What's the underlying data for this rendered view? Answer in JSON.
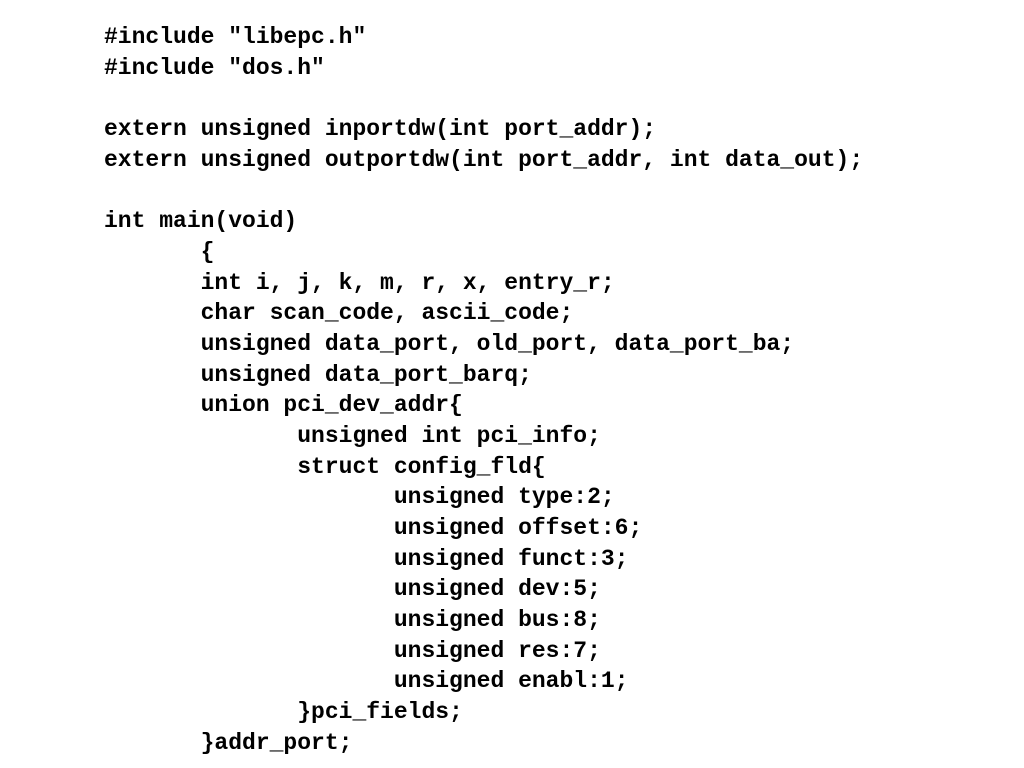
{
  "code": {
    "lines": [
      "#include \"libepc.h\"",
      "#include \"dos.h\"",
      "",
      "extern unsigned inportdw(int port_addr);",
      "extern unsigned outportdw(int port_addr, int data_out);",
      "",
      "int main(void)",
      "       {",
      "       int i, j, k, m, r, x, entry_r;",
      "       char scan_code, ascii_code;",
      "       unsigned data_port, old_port, data_port_ba;",
      "       unsigned data_port_barq;",
      "       union pci_dev_addr{",
      "              unsigned int pci_info;",
      "              struct config_fld{",
      "                     unsigned type:2;",
      "                     unsigned offset:6;",
      "                     unsigned funct:3;",
      "                     unsigned dev:5;",
      "                     unsigned bus:8;",
      "                     unsigned res:7;",
      "                     unsigned enabl:1;",
      "              }pci_fields;",
      "       }addr_port;"
    ]
  }
}
